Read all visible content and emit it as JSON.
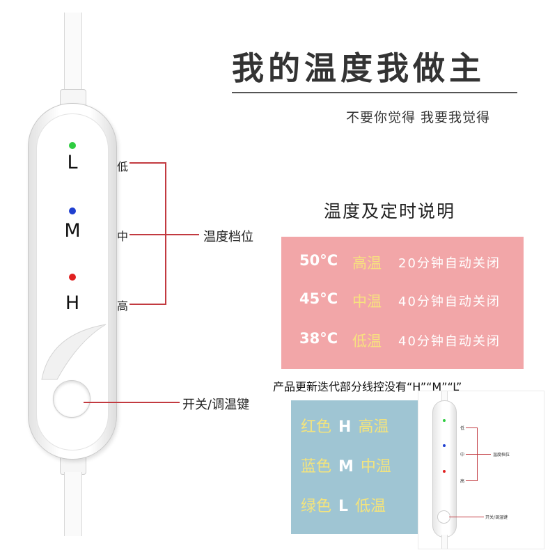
{
  "header": {
    "title": "我的温度我做主",
    "subtitle": "不要你觉得 我要我觉得"
  },
  "controller": {
    "indicators": [
      {
        "letter": "L",
        "color": "#2ecc40",
        "level_label": "低"
      },
      {
        "letter": "M",
        "color": "#1f3fd0",
        "level_label": "中"
      },
      {
        "letter": "H",
        "color": "#e02020",
        "level_label": "高"
      }
    ],
    "gear_label": "温度档位",
    "button_label": "开关/调温键"
  },
  "info": {
    "title": "温度及定时说明",
    "rows": [
      {
        "temp": "50°C",
        "level": "高温",
        "desc": "20分钟自动关闭"
      },
      {
        "temp": "45°C",
        "level": "中温",
        "desc": "40分钟自动关闭"
      },
      {
        "temp": "38°C",
        "level": "低温",
        "desc": "40分钟自动关闭"
      }
    ],
    "colors": {
      "pink_bg": "#f2a6a8",
      "level_text": "#f7e27e"
    }
  },
  "update_notice": "产品更新迭代部分线控没有“H”“M”“L”",
  "color_legend": {
    "rows": [
      {
        "color": "红色",
        "letter": "H",
        "level": "高温"
      },
      {
        "color": "蓝色",
        "letter": "M",
        "level": "中温"
      },
      {
        "color": "绿色",
        "letter": "L",
        "level": "低温"
      }
    ],
    "bg": "#9fc5d3"
  },
  "thumbnail": {
    "labels": [
      "低",
      "中",
      "高"
    ],
    "gear_label": "温度档位",
    "button_label": "开关/调温键"
  }
}
